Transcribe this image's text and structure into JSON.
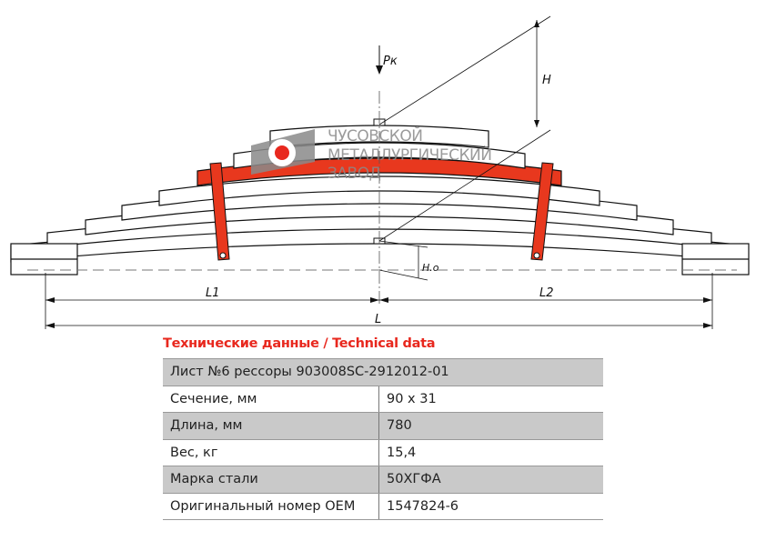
{
  "drawing": {
    "labels": {
      "force": "Рк",
      "height": "H",
      "height_zero": "H.o",
      "left_length": "L1",
      "right_length": "L2",
      "total_length": "L"
    },
    "logo": {
      "line1": "ЧУСОВСКОЙ",
      "line2": "МЕТАЛЛУРГИЧЕСКИЙ",
      "line3": "ЗАВОД"
    },
    "colors": {
      "accent": "#e8381e",
      "table_gray": "#c9c9c9"
    }
  },
  "table": {
    "title": "Технические данные / Technical data",
    "header": "Лист №6 рессоры 903008SC-2912012-01",
    "rows": [
      {
        "label": "Сечение, мм",
        "value": "90 x 31"
      },
      {
        "label": "Длина, мм",
        "value": "780"
      },
      {
        "label": "Вес, кг",
        "value": "15,4"
      },
      {
        "label": "Марка стали",
        "value": "50ХГФА"
      },
      {
        "label": "Оригинальный номер OEM",
        "value": "1547824-6"
      }
    ]
  }
}
